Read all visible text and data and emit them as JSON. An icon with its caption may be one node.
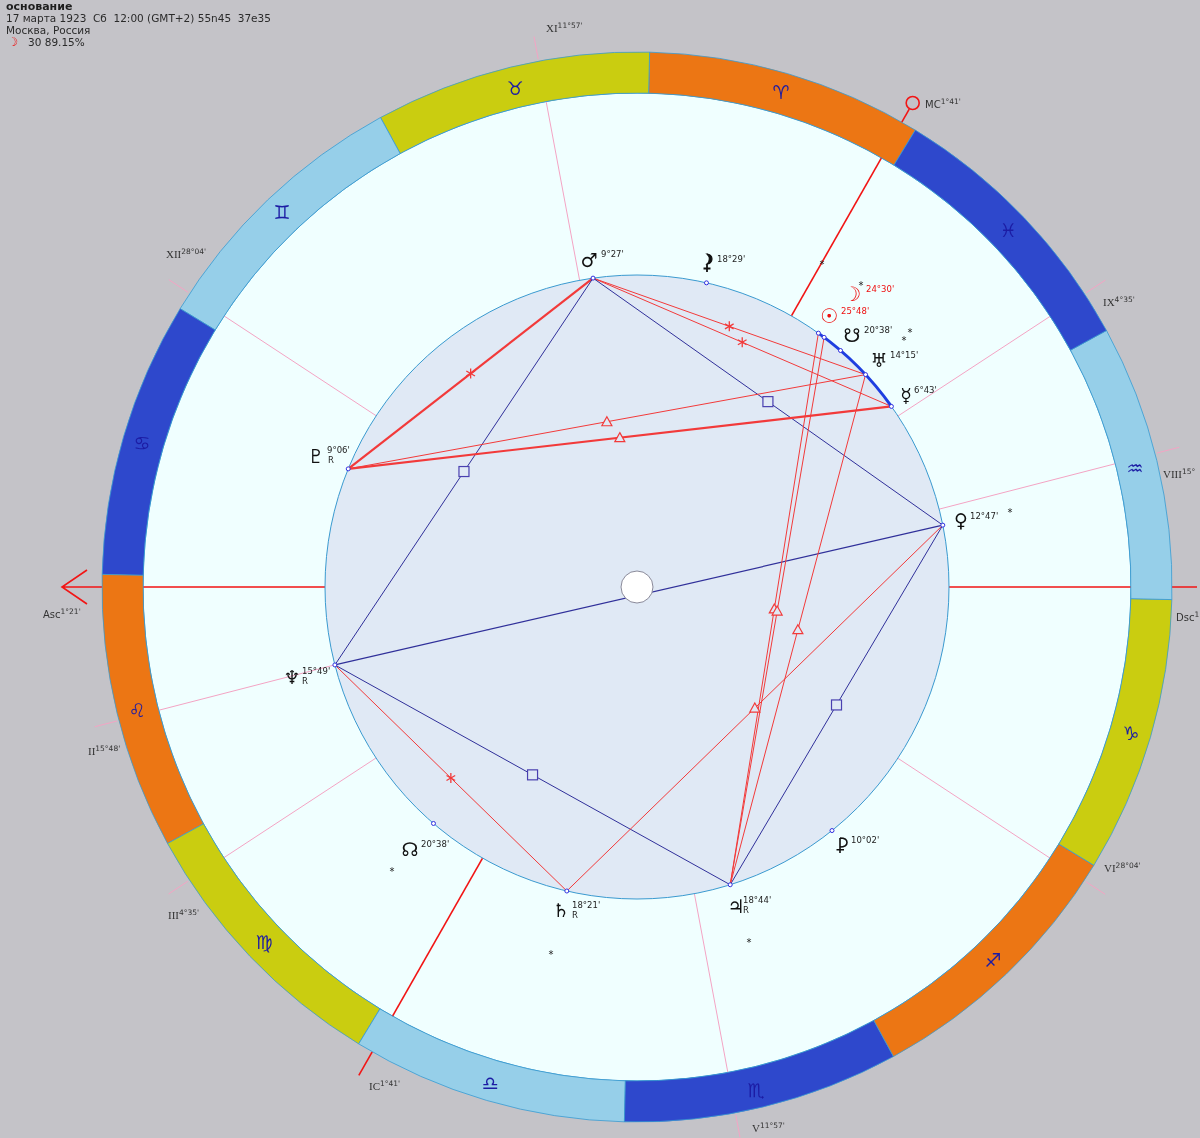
{
  "diagram": {
    "title": "основание",
    "labels": [
      "17 марта 1923  Сб  12:00 (GMT+2) 55n45  37e35",
      "Москва, Россия",
      "☽",
      "30 89.15%",
      "XI$^{11°57'}$",
      "♉",
      "♈",
      "MC$^{1°41'}$",
      "♊",
      "♓",
      "XII$^{28°04'}$",
      "♂",
      "9°27'",
      "18°29'",
      "*",
      "*",
      "☽",
      "24°30'",
      "IX$^{4°35'}$",
      "☉",
      "25°48'",
      "☋",
      "20°38'",
      "*",
      "*",
      "♅",
      "14°15'",
      "☿",
      "6°43'",
      "♋",
      "♇",
      "9°06'",
      "R",
      "♒",
      "VIII$^{15°}$",
      "♀",
      "12°47'",
      "*",
      "Asc$^{1°21'}$",
      "Dsc$^{1}$",
      "♆",
      "15°49'",
      "R",
      "♌",
      "♑",
      "II$^{15°48'}$",
      "☊",
      "20°38'",
      "10°02'",
      "VI$^{28°04'}$",
      "*",
      "♄",
      "18°21'",
      "R",
      "♃",
      "18°44'",
      "R",
      "III$^{4°35'}$",
      "♍",
      "*",
      "*",
      "♐",
      "IC$^{1°41'}$",
      "♎",
      "♏",
      "V$^{11°57'}$"
    ]
  }
}
